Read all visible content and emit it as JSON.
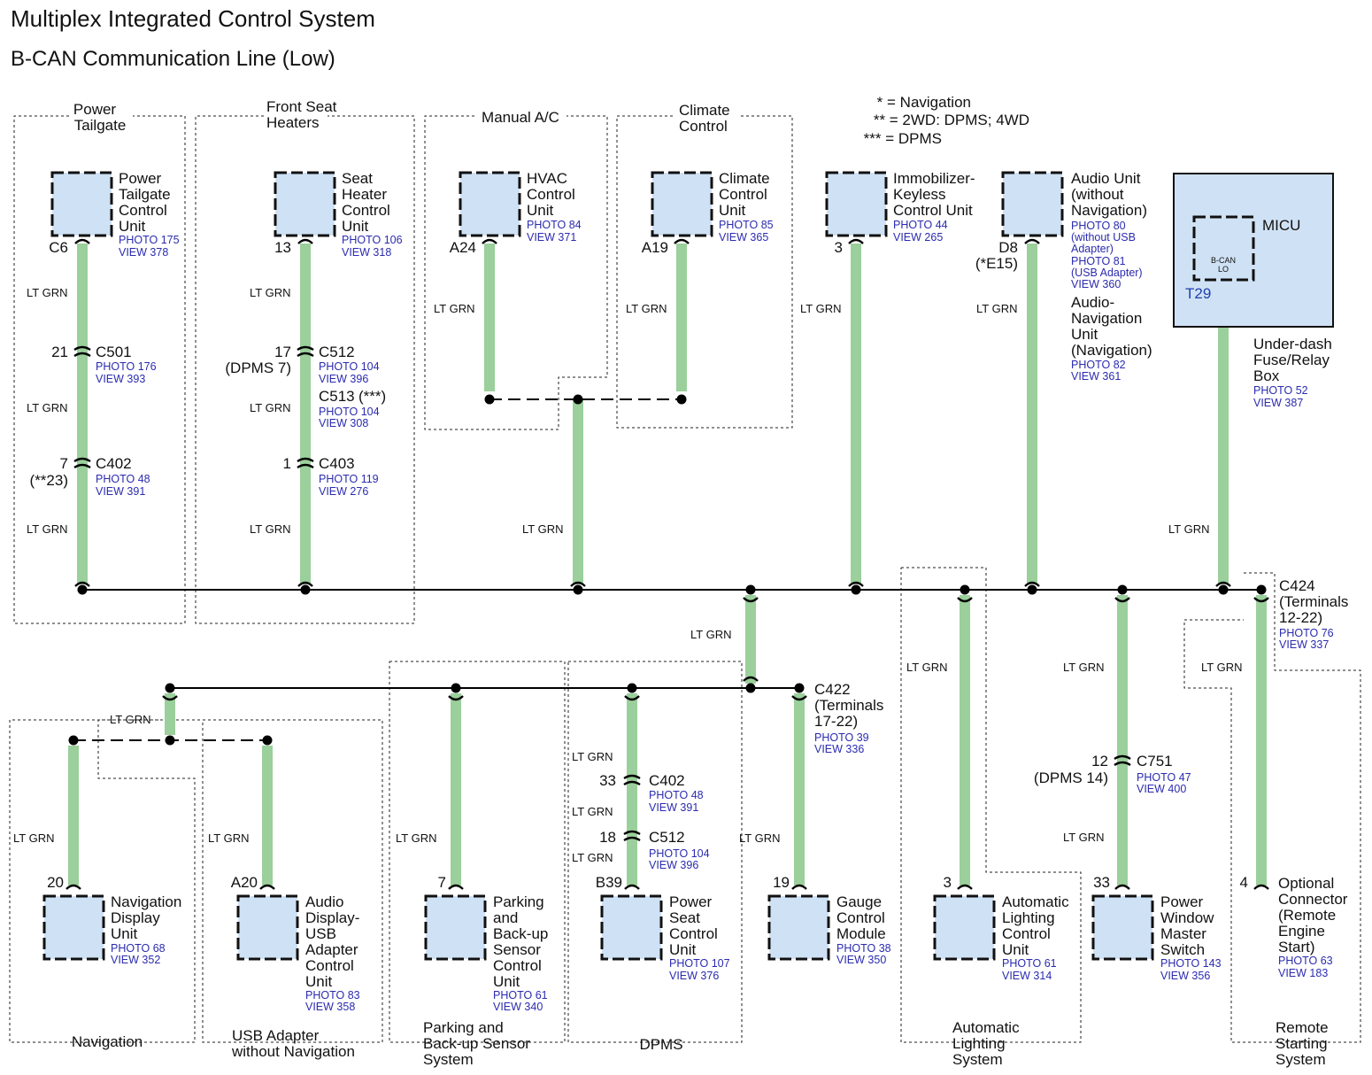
{
  "title": "Multiplex Integrated Control System",
  "subtitle": "B-CAN Communication Line (Low)",
  "notes": [
    "* = Navigation",
    "** = 2WD: DPMS; 4WD",
    "*** = DPMS"
  ],
  "wire_color": "LT GRN",
  "colors": {
    "wire": "#9bcf9b",
    "component_fill": "#cfe1f4",
    "reference_text": "#2b2bb0"
  },
  "groups": {
    "power_tailgate": [
      "Power",
      "Tailgate"
    ],
    "front_seat_heaters": [
      "Front Seat",
      "Heaters"
    ],
    "manual_ac": "Manual A/C",
    "climate_control": [
      "Climate",
      "Control"
    ],
    "navigation": "Navigation",
    "usb_adapter": [
      "USB Adapter",
      "without Navigation"
    ],
    "parking_sensor": [
      "Parking and",
      "Back-up Sensor",
      "System"
    ],
    "dpms": "DPMS",
    "automatic_lighting": [
      "Automatic",
      "Lighting",
      "System"
    ],
    "remote_starting": [
      "Remote",
      "Starting",
      "System"
    ]
  },
  "components": {
    "power_tailgate": {
      "name": [
        "Power",
        "Tailgate",
        "Control",
        "Unit"
      ],
      "photo": "PHOTO 175",
      "view": "VIEW 378",
      "terminal": "C6"
    },
    "seat_heater": {
      "name": [
        "Seat",
        "Heater",
        "Control",
        "Unit"
      ],
      "photo": "PHOTO 106",
      "view": "VIEW 318",
      "terminal": "13"
    },
    "hvac": {
      "name": [
        "HVAC",
        "Control",
        "Unit"
      ],
      "photo": "PHOTO 84",
      "view": "VIEW 371",
      "terminal": "A24"
    },
    "climate": {
      "name": [
        "Climate",
        "Control",
        "Unit"
      ],
      "photo": "PHOTO 85",
      "view": "VIEW 365",
      "terminal": "A19"
    },
    "immobilizer": {
      "name": [
        "Immobilizer-",
        "Keyless",
        "Control Unit"
      ],
      "photo": "PHOTO 44",
      "view": "VIEW 265",
      "terminal": "3"
    },
    "audio": {
      "name": [
        "Audio Unit",
        "(without",
        "Navigation)"
      ],
      "refs": [
        "PHOTO 80",
        "(without USB",
        "Adapter)",
        "PHOTO 81",
        "(USB Adapter)",
        "VIEW 360"
      ],
      "terminal": "D8",
      "terminal_alt": "(*E15)",
      "alt_name": [
        "Audio-",
        "Navigation",
        "Unit",
        "(Navigation)"
      ],
      "alt_photo": "PHOTO 82",
      "alt_view": "VIEW 361"
    },
    "micu": {
      "name": "MICU",
      "inner": [
        "B-CAN",
        "LO"
      ],
      "terminal": "T29",
      "box_name": [
        "Under-dash",
        "Fuse/Relay",
        "Box"
      ],
      "photo": "PHOTO 52",
      "view": "VIEW 387"
    },
    "nav_display": {
      "name": [
        "Navigation",
        "Display",
        "Unit"
      ],
      "photo": "PHOTO 68",
      "view": "VIEW 352",
      "terminal": "20"
    },
    "audio_display": {
      "name": [
        "Audio",
        "Display-",
        "USB",
        "Adapter",
        "Control",
        "Unit"
      ],
      "photo": "PHOTO 83",
      "view": "VIEW 358",
      "terminal": "A20"
    },
    "parking": {
      "name": [
        "Parking",
        "and",
        "Back-up",
        "Sensor",
        "Control",
        "Unit"
      ],
      "photo": "PHOTO 61",
      "view": "VIEW 340",
      "terminal": "7"
    },
    "power_seat": {
      "name": [
        "Power",
        "Seat",
        "Control",
        "Unit"
      ],
      "photo": "PHOTO 107",
      "view": "VIEW 376",
      "terminal": "B39"
    },
    "gauge": {
      "name": [
        "Gauge",
        "Control",
        "Module"
      ],
      "photo": "PHOTO 38",
      "view": "VIEW 350",
      "terminal": "19"
    },
    "auto_lighting": {
      "name": [
        "Automatic",
        "Lighting",
        "Control",
        "Unit"
      ],
      "photo": "PHOTO 61",
      "view": "VIEW 314",
      "terminal": "3"
    },
    "power_window": {
      "name": [
        "Power",
        "Window",
        "Master",
        "Switch"
      ],
      "photo": "PHOTO 143",
      "view": "VIEW 356",
      "terminal": "33"
    },
    "optional_connector": {
      "name": [
        "Optional",
        "Connector",
        "(Remote",
        "Engine",
        "Start)"
      ],
      "photo": "PHOTO 63",
      "view": "VIEW 183",
      "terminal": "4"
    }
  },
  "connectors": {
    "c501": {
      "name": "C501",
      "pin": "21",
      "photo": "PHOTO 176",
      "view": "VIEW 393"
    },
    "c402_left": {
      "name": "C402",
      "pin": "7",
      "pin_alt": "(**23)",
      "photo": "PHOTO 48",
      "view": "VIEW 391"
    },
    "c512_top": {
      "name": "C512",
      "pin": "17",
      "pin_alt": "(DPMS 7)",
      "photo": "PHOTO 104",
      "view": "VIEW 396"
    },
    "c513": {
      "name": "C513",
      "note": "(***)",
      "photo": "PHOTO 104",
      "view": "VIEW 308"
    },
    "c403": {
      "name": "C403",
      "pin": "1",
      "photo": "PHOTO 119",
      "view": "VIEW 276"
    },
    "c424": {
      "name": "C424",
      "terminals": [
        "(Terminals",
        "12-22)"
      ],
      "photo": "PHOTO 76",
      "view": "VIEW 337"
    },
    "c422": {
      "name": "C422",
      "terminals": [
        "(Terminals",
        "17-22)"
      ],
      "photo": "PHOTO 39",
      "view": "VIEW 336"
    },
    "c402_dpms": {
      "name": "C402",
      "pin": "33",
      "photo": "PHOTO 48",
      "view": "VIEW 391"
    },
    "c512_dpms": {
      "name": "C512",
      "pin": "18",
      "photo": "PHOTO 104",
      "view": "VIEW 396"
    },
    "c751": {
      "name": "C751",
      "pin": "12",
      "pin_alt": "(DPMS 14)",
      "photo": "PHOTO 47",
      "view": "VIEW 400"
    }
  }
}
